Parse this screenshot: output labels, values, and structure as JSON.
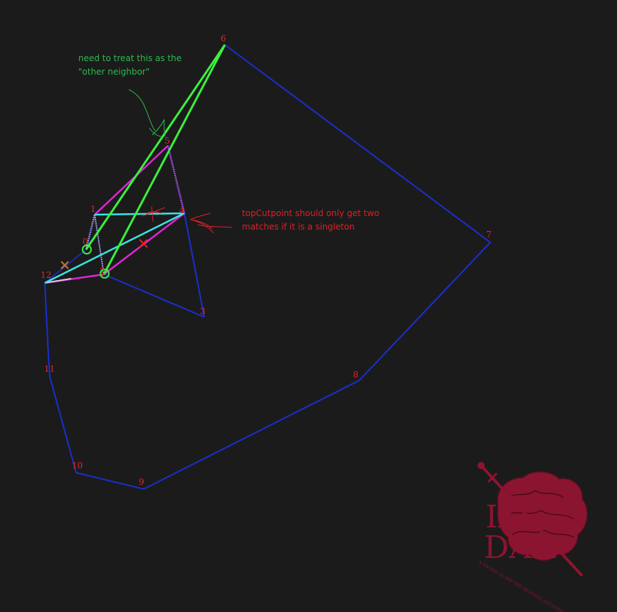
{
  "annotations": {
    "green_note": [
      "need to treat this as the",
      "\"other neighbor\""
    ],
    "red_note": [
      "topCutpoint should only get two",
      "matches if it is a singleton"
    ]
  },
  "vertex_labels": [
    "0",
    "1",
    "2",
    "3",
    "4",
    "5",
    "6",
    "7",
    "8",
    "9",
    "10",
    "11",
    "12"
  ],
  "logo": {
    "line1": "IX",
    "line2": "DAR",
    "tagline": "A SWORD TO RIP THE HEAVENS ASUNDER"
  },
  "colors": {
    "background": "#1b1b1b",
    "outline": "#1a2fd0",
    "green": "#3cf03c",
    "cyan": "#39e6e6",
    "magenta": "#e025d8",
    "label_red": "#e8232a",
    "note_green": "#2eb84f",
    "note_red": "#e11f28",
    "logo": "#8b1530"
  }
}
